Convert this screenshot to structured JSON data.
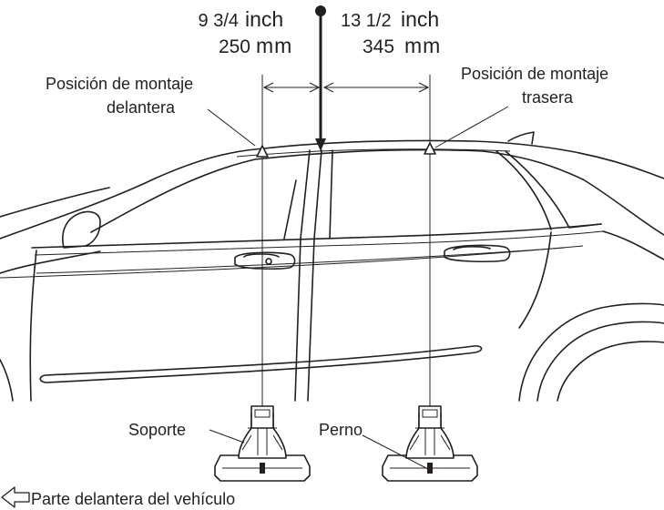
{
  "dimensions": {
    "front_inch": "9 3/4",
    "front_inch_unit": "inch",
    "front_mm": "250",
    "front_mm_unit": "mm",
    "rear_inch": "13 1/2",
    "rear_inch_unit": "inch",
    "rear_mm": "345",
    "rear_mm_unit": "mm"
  },
  "labels": {
    "front_position_line1": "Posición de montaje",
    "front_position_line2": "delantera",
    "rear_position_line1": "Posición de montaje",
    "rear_position_line2": "trasera",
    "support": "Soporte",
    "bolt": "Perno",
    "vehicle_front": "Parte delantera del vehículo"
  },
  "icons": {
    "direction": "arrow-left-outline-icon"
  },
  "colors": {
    "line": "#231f20",
    "background": "#ffffff"
  }
}
